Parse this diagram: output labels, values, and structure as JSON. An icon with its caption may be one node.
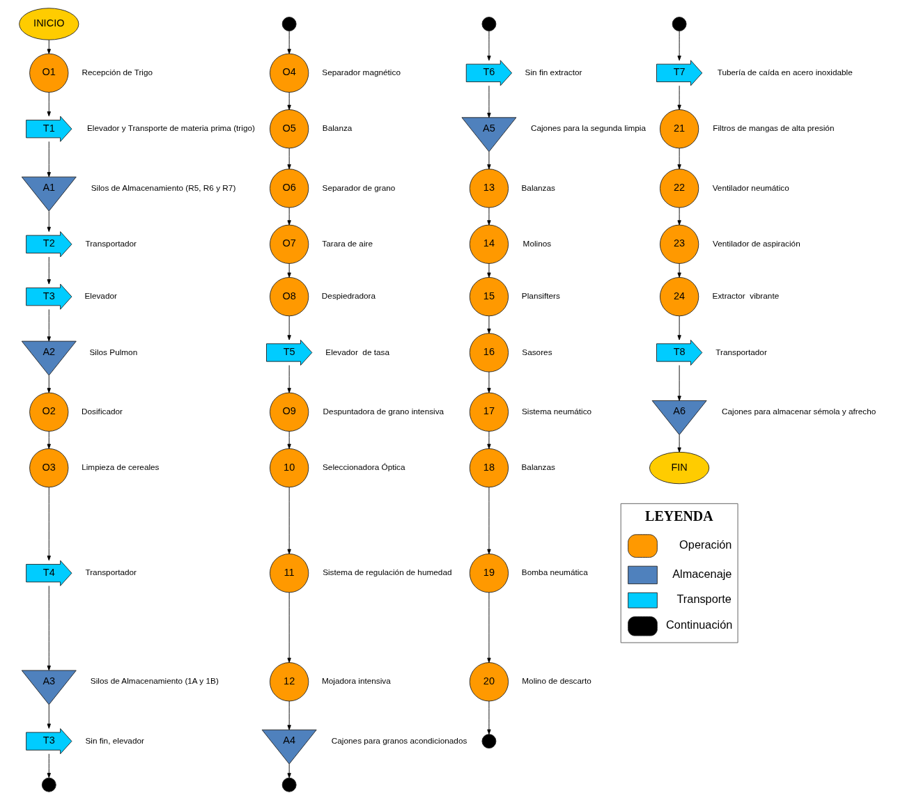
{
  "diagram": {
    "nodes": [
      {
        "text": [
          "INICIO"
        ]
      },
      {
        "text": [
          "O1"
        ],
        "beside": [
          "Recepción de Trigo"
        ]
      },
      {
        "text": [
          "T1"
        ],
        "beside": [
          "Elevador y Transporte de materia prima (trigo)"
        ]
      },
      {
        "text": [
          "A1"
        ],
        "beside": [
          "Silos de Almacenamiento (R5, R6 y R7)"
        ]
      },
      {
        "text": [
          "T2"
        ],
        "beside": [
          "Transportador"
        ]
      },
      {
        "text": [
          "T3"
        ],
        "beside": [
          "Elevador"
        ]
      },
      {
        "text": [
          "A2"
        ],
        "beside": [
          "Silos Pulmon"
        ]
      },
      {
        "text": [
          "O2"
        ],
        "beside": [
          "Dosificador"
        ]
      },
      {
        "text": [
          "O3"
        ],
        "beside": [
          "Limpieza de cereales"
        ]
      },
      {
        "text": [
          "T4"
        ],
        "beside": [
          "Transportador"
        ]
      },
      {
        "text": [
          "A3"
        ],
        "beside": [
          "Silos de Almacenamiento (1A y 1B)"
        ]
      },
      {
        "text": [
          "T3"
        ],
        "beside": [
          "Sin fin, elevador"
        ]
      },
      {
        "text": [],
        "shape": "circle"
      },
      {
        "text": [],
        "shape": "circle"
      },
      {
        "text": [
          "O4"
        ],
        "beside": [
          "Separador magnético"
        ]
      },
      {
        "text": [
          "O5"
        ],
        "beside": [
          "Balanza"
        ]
      },
      {
        "text": [
          "O6"
        ],
        "beside": [
          "Separador de grano"
        ]
      },
      {
        "text": [
          "O7"
        ],
        "beside": [
          "Tarara de aire"
        ]
      },
      {
        "text": [
          "O8"
        ],
        "beside": [
          "Despiedradora"
        ]
      },
      {
        "text": [
          "T5"
        ],
        "beside": [
          "Elevador  de tasa"
        ]
      },
      {
        "text": [
          "O9"
        ],
        "beside": [
          "Despuntadora de grano intensiva"
        ]
      },
      {
        "text": [
          "10"
        ],
        "beside": [
          "Seleccionadora Óptica"
        ]
      },
      {
        "text": [
          "11"
        ],
        "beside": [
          "Sistema de regulación de humedad"
        ]
      },
      {
        "text": [
          "12"
        ],
        "beside": [
          "Mojadora intensiva"
        ]
      },
      {
        "text": [
          "A4"
        ],
        "beside": [
          "Cajones para granos acondicionados"
        ]
      },
      {
        "text": [],
        "shape": "circle"
      },
      {
        "text": [],
        "shape": "circle"
      },
      {
        "text": [
          "T6"
        ],
        "beside": [
          "Sin fin extractor"
        ]
      },
      {
        "text": [
          "A5"
        ],
        "beside": [
          "Cajones para la segunda limpia"
        ]
      },
      {
        "text": [
          "13"
        ],
        "beside": [
          "Balanzas"
        ]
      },
      {
        "text": [
          "14"
        ],
        "beside": [
          "Molinos"
        ]
      },
      {
        "text": [
          "15"
        ],
        "beside": [
          "Plansifters"
        ]
      },
      {
        "text": [
          "16"
        ],
        "beside": [
          "Sasores"
        ]
      },
      {
        "text": [
          "17"
        ],
        "beside": [
          "Sistema neumático"
        ]
      },
      {
        "text": [
          "18"
        ],
        "beside": [
          "Balanzas"
        ]
      },
      {
        "text": [
          "19"
        ],
        "beside": [
          "Bomba neumática"
        ]
      },
      {
        "text": [
          "20"
        ],
        "beside": [
          "Molino de descarto"
        ]
      },
      {
        "text": [],
        "shape": "circle"
      },
      {
        "text": [],
        "shape": "circle"
      },
      {
        "text": [
          "T7"
        ],
        "beside": [
          "Tubería de caída en acero inoxidable"
        ]
      },
      {
        "text": [
          "21"
        ],
        "beside": [
          "Filtros de mangas de alta presión"
        ]
      },
      {
        "text": [
          "22"
        ],
        "beside": [
          "Ventilador neumático"
        ]
      },
      {
        "text": [
          "23"
        ],
        "beside": [
          "Ventilador de aspiración"
        ]
      },
      {
        "text": [
          "24"
        ],
        "beside": [
          "Extractor  vibrante"
        ]
      },
      {
        "text": [
          "T8"
        ],
        "beside": [
          "Transportador"
        ]
      },
      {
        "text": [
          "A6"
        ],
        "beside": [
          "Cajones para almacenar sémola y afrecho"
        ]
      },
      {
        "text": [
          "FIN"
        ]
      }
    ],
    "edges": [
      {
        "from": 0,
        "to": 1,
        "arrow": "to"
      },
      {
        "from": 1,
        "to": 2,
        "arrow": "to"
      },
      {
        "from": 2,
        "to": 3,
        "arrow": "to"
      },
      {
        "from": 3,
        "to": 4,
        "arrow": "to"
      },
      {
        "from": 4,
        "to": 5,
        "arrow": "to"
      },
      {
        "from": 5,
        "to": 6,
        "arrow": "to"
      },
      {
        "from": 6,
        "to": 7,
        "arrow": "to"
      },
      {
        "from": 7,
        "to": 8,
        "arrow": "to"
      },
      {
        "from": 8,
        "to": 9,
        "arrow": "to"
      },
      {
        "from": 9,
        "to": 10,
        "arrow": "to"
      },
      {
        "from": 10,
        "to": 11,
        "arrow": "to"
      },
      {
        "from": 11,
        "to": 12,
        "arrow": "to"
      },
      {
        "from": 13,
        "to": 14,
        "arrow": "to"
      },
      {
        "from": 14,
        "to": 15,
        "arrow": "to"
      },
      {
        "from": 15,
        "to": 16,
        "arrow": "to"
      },
      {
        "from": 16,
        "to": 17,
        "arrow": "to"
      },
      {
        "from": 17,
        "to": 18,
        "arrow": "to"
      },
      {
        "from": 18,
        "to": 19,
        "arrow": "to"
      },
      {
        "from": 19,
        "to": 20,
        "arrow": "to"
      },
      {
        "from": 20,
        "to": 21,
        "arrow": "to"
      },
      {
        "from": 21,
        "to": 22,
        "arrow": "to"
      },
      {
        "from": 22,
        "to": 23,
        "arrow": "to"
      },
      {
        "from": 23,
        "to": 24,
        "arrow": "to"
      },
      {
        "from": 24,
        "to": 25,
        "arrow": "to"
      },
      {
        "from": 26,
        "to": 27,
        "arrow": "to"
      },
      {
        "from": 27,
        "to": 28,
        "arrow": "to"
      },
      {
        "from": 28,
        "to": 29,
        "arrow": "to"
      },
      {
        "from": 29,
        "to": 30,
        "arrow": "to"
      },
      {
        "from": 30,
        "to": 31,
        "arrow": "to"
      },
      {
        "from": 31,
        "to": 32,
        "arrow": "to"
      },
      {
        "from": 32,
        "to": 33,
        "arrow": "to"
      },
      {
        "from": 33,
        "to": 34,
        "arrow": "to"
      },
      {
        "from": 34,
        "to": 35,
        "arrow": "to"
      },
      {
        "from": 35,
        "to": 36,
        "arrow": "to"
      },
      {
        "from": 36,
        "to": 37,
        "arrow": "to"
      },
      {
        "from": 38,
        "to": 39,
        "arrow": "to"
      },
      {
        "from": 39,
        "to": 40,
        "arrow": "to"
      },
      {
        "from": 40,
        "to": 41,
        "arrow": "to"
      },
      {
        "from": 41,
        "to": 42,
        "arrow": "to"
      },
      {
        "from": 42,
        "to": 43,
        "arrow": "to"
      },
      {
        "from": 43,
        "to": 44,
        "arrow": "to"
      },
      {
        "from": 44,
        "to": 45,
        "arrow": "to"
      },
      {
        "from": 45,
        "to": 46,
        "arrow": "to"
      }
    ],
    "labels": [
      "LEYENDA"
    ],
    "legend": [
      {
        "text": "Operación",
        "color": "#ff9900"
      },
      {
        "text": "Almacenaje",
        "color": "#4f81bd"
      },
      {
        "text": "Transporte",
        "color": "#00ccff"
      },
      {
        "text": "Continuación",
        "color": "#000000"
      }
    ]
  }
}
